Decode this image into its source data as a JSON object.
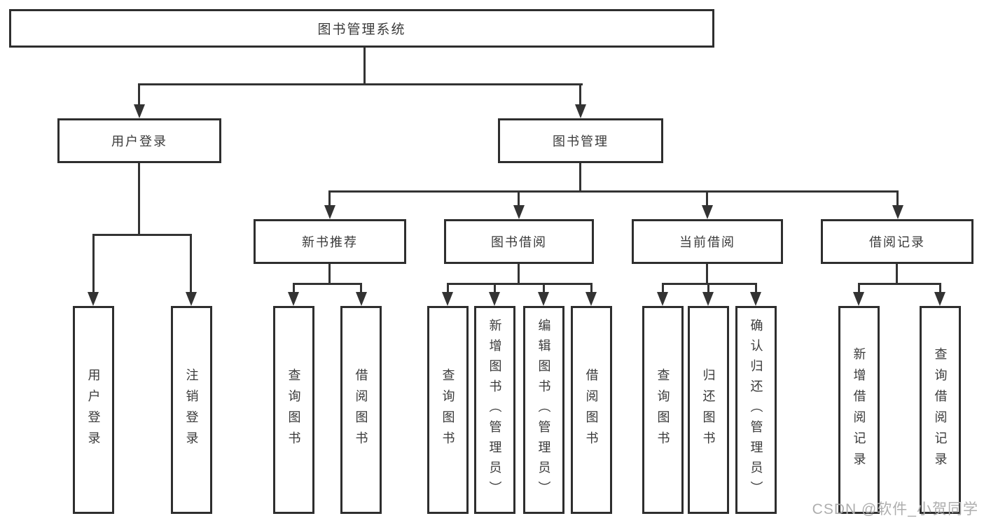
{
  "diagram": {
    "title": "图书管理系统",
    "type": "hierarchy-tree",
    "colors": {
      "line": "#333333",
      "border": "#2e2e2e",
      "text": "#3a3a3a",
      "background": "#ffffff",
      "watermark": "#aeaeae"
    },
    "nodes": {
      "root": "图书管理系统",
      "user_login": "用户登录",
      "book_mgmt": "图书管理",
      "new_book": "新书推荐",
      "borrow": "图书借阅",
      "current": "当前借阅",
      "record": "借阅记录",
      "leaf_login": "用户登录",
      "leaf_logout": "注销登录",
      "leaf_nb_query": "查询图书",
      "leaf_nb_borrow": "借阅图书",
      "leaf_bb_query": "查询图书",
      "leaf_bb_add": "新增图书（管理员）",
      "leaf_bb_edit": "编辑图书（管理员）",
      "leaf_bb_borrow": "借阅图书",
      "leaf_cb_query": "查询图书",
      "leaf_cb_return": "归还图书",
      "leaf_cb_confirm": "确认归还（管理员）",
      "leaf_br_add": "新增借阅记录",
      "leaf_br_query": "查询借阅记录"
    },
    "hierarchy": {
      "图书管理系统": {
        "用户登录": [
          "用户登录",
          "注销登录"
        ],
        "图书管理": {
          "新书推荐": [
            "查询图书",
            "借阅图书"
          ],
          "图书借阅": [
            "查询图书",
            "新增图书（管理员）",
            "编辑图书（管理员）",
            "借阅图书"
          ],
          "当前借阅": [
            "查询图书",
            "归还图书",
            "确认归还（管理员）"
          ],
          "借阅记录": [
            "新增借阅记录",
            "查询借阅记录"
          ]
        }
      }
    },
    "watermark": "CSDN @软件_小贺同学"
  }
}
